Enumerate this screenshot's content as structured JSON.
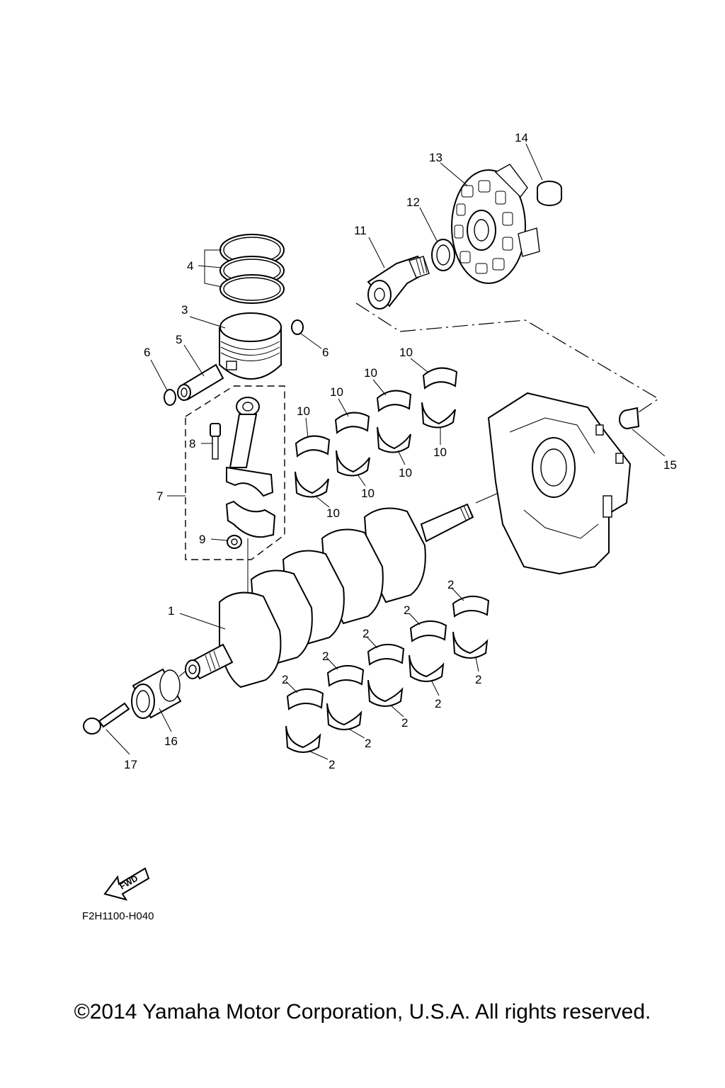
{
  "callouts": {
    "c1": "1",
    "c2": "2",
    "c3": "3",
    "c4": "4",
    "c5": "5",
    "c6": "6",
    "c7": "7",
    "c8": "8",
    "c9": "9",
    "c10": "10",
    "c11": "11",
    "c12": "12",
    "c13": "13",
    "c14": "14",
    "c15": "15",
    "c16": "16",
    "c17": "17"
  },
  "fwd_label": "FWD",
  "diagram_code": "F2H1100-H040",
  "copyright": "©2014 Yamaha Motor Corporation, U.S.A. All rights reserved."
}
